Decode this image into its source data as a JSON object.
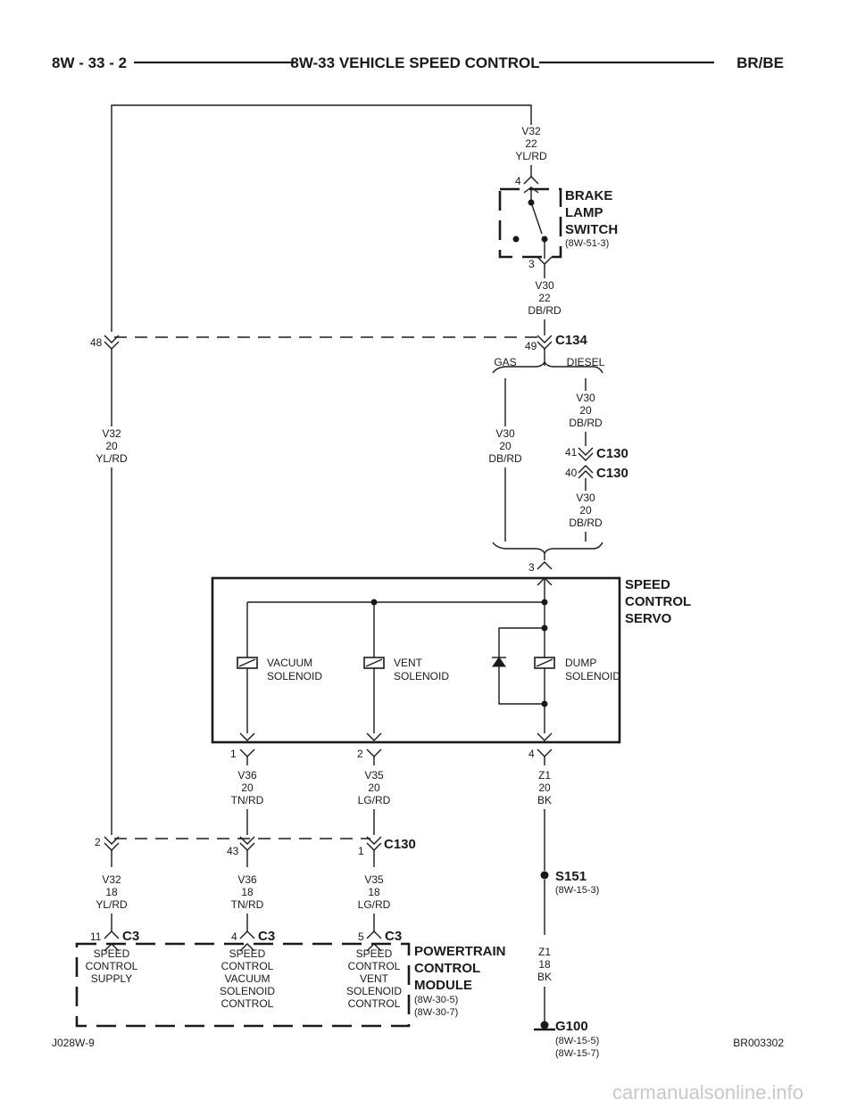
{
  "header": {
    "page_code": "8W - 33 - 2",
    "title": "8W-33 VEHICLE SPEED CONTROL",
    "model": "BR/BE"
  },
  "footer": {
    "left_code": "J028W-9",
    "right_code": "BR003302",
    "watermark": "carmanualsonline.info"
  },
  "wires": {
    "v32_22_top": [
      "V32",
      "22",
      "YL/RD"
    ],
    "v30_22": [
      "V30",
      "22",
      "DB/RD"
    ],
    "v32_20": [
      "V32",
      "20",
      "YL/RD"
    ],
    "v30_gas": [
      "V30",
      "20",
      "DB/RD"
    ],
    "v30_diesel_a": [
      "V30",
      "20",
      "DB/RD"
    ],
    "v30_diesel_b": [
      "V30",
      "20",
      "DB/RD"
    ],
    "v36_20": [
      "V36",
      "20",
      "TN/RD"
    ],
    "v35_20": [
      "V35",
      "20",
      "LG/RD"
    ],
    "z1_20": [
      "Z1",
      "20",
      "BK"
    ],
    "v32_18": [
      "V32",
      "18",
      "YL/RD"
    ],
    "v36_18": [
      "V36",
      "18",
      "TN/RD"
    ],
    "v35_18": [
      "V35",
      "18",
      "LG/RD"
    ],
    "z1_18": [
      "Z1",
      "18",
      "BK"
    ]
  },
  "components": {
    "brake_lamp_switch": {
      "lines": [
        "BRAKE",
        "LAMP",
        "SWITCH"
      ],
      "ref": "(8W-51-3)"
    },
    "speed_control_servo": {
      "lines": [
        "SPEED",
        "CONTROL",
        "SERVO"
      ]
    },
    "powertrain_control_module": {
      "lines": [
        "POWERTRAIN",
        "CONTROL",
        "MODULE"
      ],
      "refs": [
        "(8W-30-5)",
        "(8W-30-7)"
      ]
    },
    "vacuum_solenoid": [
      "VACUUM",
      "SOLENOID"
    ],
    "vent_solenoid": [
      "VENT",
      "SOLENOID"
    ],
    "dump_solenoid": [
      "DUMP",
      "SOLENOID"
    ],
    "pcm_speed_control_supply": [
      "SPEED",
      "CONTROL",
      "SUPPLY"
    ],
    "pcm_vacuum_solenoid_control": [
      "SPEED",
      "CONTROL",
      "VACUUM",
      "SOLENOID",
      "CONTROL"
    ],
    "pcm_vent_solenoid_control": [
      "SPEED",
      "CONTROL",
      "VENT",
      "SOLENOID",
      "CONTROL"
    ]
  },
  "connectors": {
    "c134": "C134",
    "c130_diesel_top": "C130",
    "c130_diesel_bottom": "C130",
    "c130_bottom": "C130",
    "c3_supply": "C3",
    "c3_vacuum": "C3",
    "c3_vent": "C3"
  },
  "pins": {
    "switch_4": "4",
    "switch_3": "3",
    "c134_48": "48",
    "c134_49": "49",
    "c130_41": "41",
    "c130_40": "40",
    "servo_3": "3",
    "servo_1": "1",
    "servo_2": "2",
    "servo_4": "4",
    "c130_2": "2",
    "c130_43": "43",
    "c130_1": "1",
    "c3_11": "11",
    "c3_4": "4",
    "c3_5": "5"
  },
  "options": {
    "gas": "GAS",
    "diesel": "DIESEL"
  },
  "splice": {
    "name": "S151",
    "ref": "(8W-15-3)"
  },
  "ground": {
    "name": "G100",
    "refs": [
      "(8W-15-5)",
      "(8W-15-7)"
    ]
  }
}
